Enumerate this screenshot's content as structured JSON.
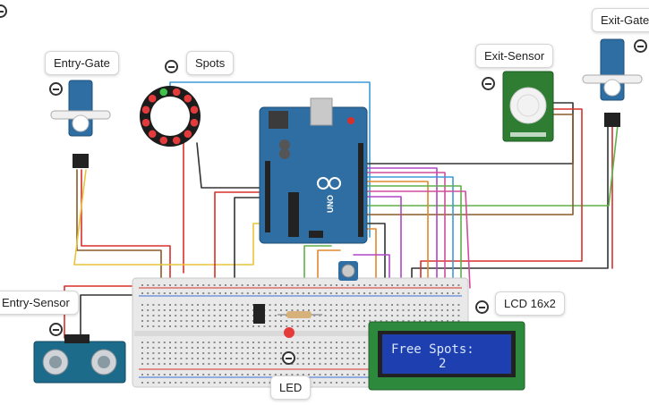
{
  "components": {
    "entry_gate": {
      "label": "Entry-Gate"
    },
    "spots": {
      "label": "Spots",
      "leds": [
        "red",
        "green",
        "red",
        "red",
        "red",
        "red",
        "red",
        "red",
        "red",
        "red",
        "red",
        "red"
      ]
    },
    "exit_sensor": {
      "label": "Exit-Sensor"
    },
    "exit_gate": {
      "label": "Exit-Gate"
    },
    "entry_sensor": {
      "label": "Entry-Sensor"
    },
    "lcd": {
      "label": "LCD 16x2",
      "line1": "Free Spots:",
      "line2": "2"
    },
    "led": {
      "label": "LED"
    }
  },
  "board": {
    "brand": "UNO"
  },
  "colors": {
    "arduino": "#2f6ea3",
    "breadboard": "#e9e9e9",
    "lcd_bezel": "#2d8a3c",
    "lcd_screen": "#1d3fb0",
    "pir_board": "#2f7d33",
    "sonar_board": "#1d6b8a",
    "wire_red": "#d8312b",
    "wire_black": "#333333",
    "wire_green": "#5db14a",
    "wire_blue": "#3d9bd8",
    "wire_orange": "#e0892b",
    "wire_purple": "#b046c6",
    "wire_yellow": "#e8c43a",
    "wire_pink": "#d04c9b",
    "wire_brown": "#8a5a2b"
  }
}
